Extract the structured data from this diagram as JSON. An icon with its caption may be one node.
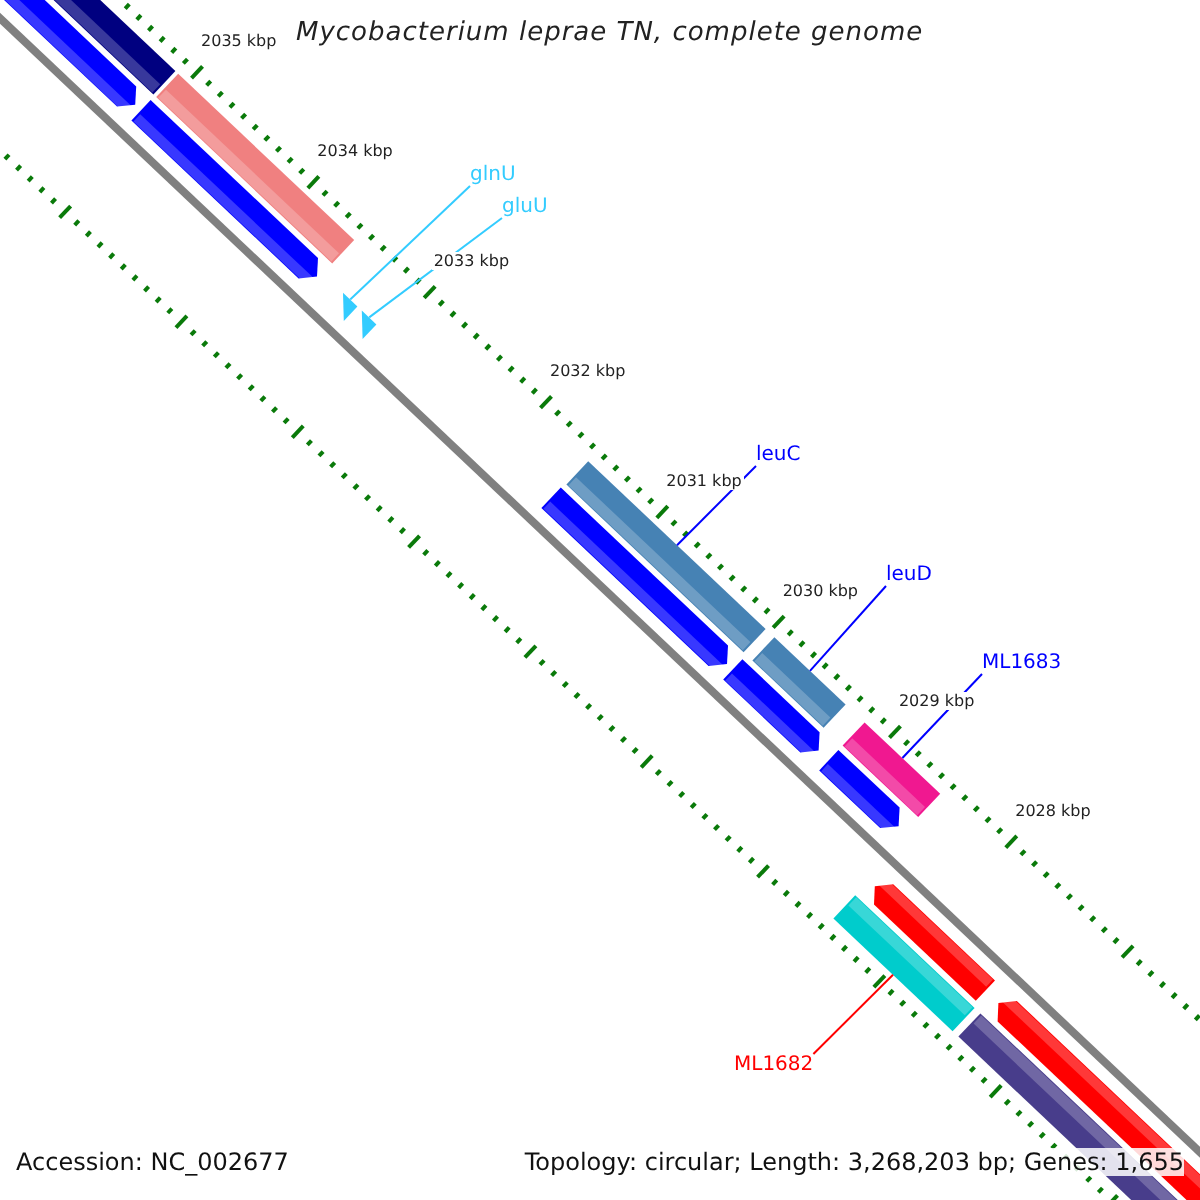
{
  "diagram": {
    "title": "Mycobacterium leprae TN, complete genome",
    "nodes": [
      {
        "text": [
          "glnU"
        ]
      },
      {
        "text": [],
        "shape": "triangle"
      },
      {
        "text": [
          "gluU"
        ]
      },
      {
        "text": [],
        "shape": "triangle"
      },
      {
        "text": [
          "leuC"
        ]
      },
      {
        "text": [],
        "shape": "bar"
      },
      {
        "text": [
          "leuD"
        ]
      },
      {
        "text": [],
        "shape": "bar"
      },
      {
        "text": [
          "ML1683"
        ]
      },
      {
        "text": [],
        "shape": "bar"
      },
      {
        "text": [
          "ML1682"
        ]
      },
      {
        "text": [],
        "shape": "bar"
      }
    ],
    "edges": [
      {
        "from": 0,
        "to": 1,
        "arrow": "none",
        "color": "#33ccff"
      },
      {
        "from": 2,
        "to": 3,
        "arrow": "none",
        "color": "#33ccff"
      },
      {
        "from": 4,
        "to": 5,
        "arrow": "none",
        "color": "#0000ff"
      },
      {
        "from": 6,
        "to": 7,
        "arrow": "none",
        "color": "#0000ff"
      },
      {
        "from": 8,
        "to": 9,
        "arrow": "none",
        "color": "#0000ff"
      },
      {
        "from": 10,
        "to": 11,
        "arrow": "none",
        "color": "#ff0000"
      }
    ],
    "labels": [
      "2035 kbp",
      "2034 kbp",
      "2033 kbp",
      "2032 kbp",
      "2031 kbp",
      "2030 kbp",
      "2029 kbp",
      "2028 kbp",
      "Accession: NC_002677",
      "Topology: circular; Length: 3,268,203 bp; Genes: 1,655"
    ]
  }
}
